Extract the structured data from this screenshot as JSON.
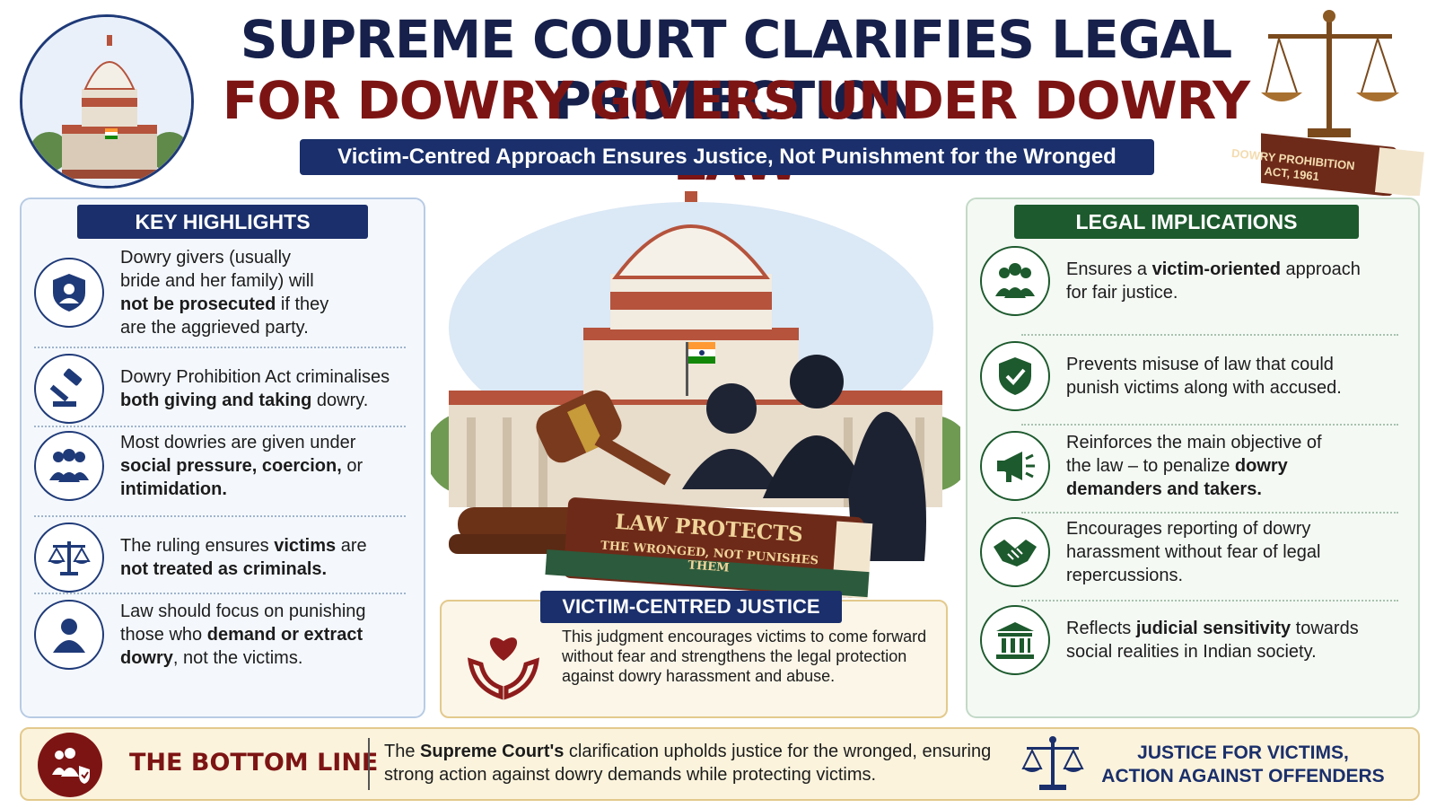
{
  "header": {
    "title_line1": "SUPREME COURT CLARIFIES LEGAL PROTECTION",
    "title_line2": "FOR DOWRY GIVERS UNDER DOWRY LAW",
    "subtitle": "Victim-Centred Approach Ensures Justice, Not Punishment for the Wronged"
  },
  "book_label": "DOWRY PROHIBITION ACT, 1961",
  "key_highlights": {
    "heading": "KEY HIGHLIGHTS",
    "items": [
      {
        "icon": "shield-person-icon",
        "pre": "Dowry givers (usually bride and her family) will ",
        "bold": "not be prosecuted",
        "post": " if they are the aggrieved party."
      },
      {
        "icon": "gavel-icon",
        "pre": "Dowry Prohibition Act criminalises ",
        "bold": "both giving and taking",
        "post": " dowry."
      },
      {
        "icon": "group-icon",
        "pre": "Most dowries are given under ",
        "bold": "social pressure, coercion,",
        "post": " or ",
        "bold2": "intimidation."
      },
      {
        "icon": "scales-icon",
        "pre": "The ruling ensures ",
        "bold": "victims",
        "post": " are ",
        "bold2": "not treated as criminals."
      },
      {
        "icon": "person-icon",
        "pre": "Law should focus on punishing those who ",
        "bold": "demand or extract dowry",
        "post": ", not the victims."
      }
    ]
  },
  "legal_implications": {
    "heading": "LEGAL IMPLICATIONS",
    "items": [
      {
        "icon": "people-icon",
        "pre": "Ensures a ",
        "bold": "victim-oriented",
        "post": " approach for fair justice."
      },
      {
        "icon": "shield-check-icon",
        "pre": "Prevents misuse of law that could punish victims along with accused.",
        "bold": "",
        "post": ""
      },
      {
        "icon": "megaphone-icon",
        "pre": "Reinforces the main objective of the law – to penalize ",
        "bold": "dowry demanders and takers.",
        "post": ""
      },
      {
        "icon": "handshake-icon",
        "pre": "Encourages reporting of dowry harassment without fear of legal repercussions.",
        "bold": "",
        "post": ""
      },
      {
        "icon": "courthouse-icon",
        "pre": "Reflects ",
        "bold": "judicial sensitivity",
        "post": " towards social realities in Indian society."
      }
    ]
  },
  "center": {
    "book_title": "LAW PROTECTS",
    "book_subtitle": "THE WRONGED, NOT PUNISHES THEM"
  },
  "victim_centred": {
    "heading": "VICTIM-CENTRED JUSTICE",
    "text": "This judgment encourages victims to come forward without fear and strengthens the legal protection against dowry harassment and abuse."
  },
  "bottom": {
    "label": "THE BOTTOM LINE",
    "text_pre": "The ",
    "text_bold": "Supreme Court's",
    "text_post": " clarification upholds justice for the wronged, ensuring strong action against dowry demands while protecting victims.",
    "tagline_line1": "JUSTICE FOR VICTIMS,",
    "tagline_line2": "ACTION AGAINST OFFENDERS"
  },
  "colors": {
    "navy": "#1a2f6b",
    "maroon": "#7d1414",
    "green": "#1d5a2d"
  }
}
